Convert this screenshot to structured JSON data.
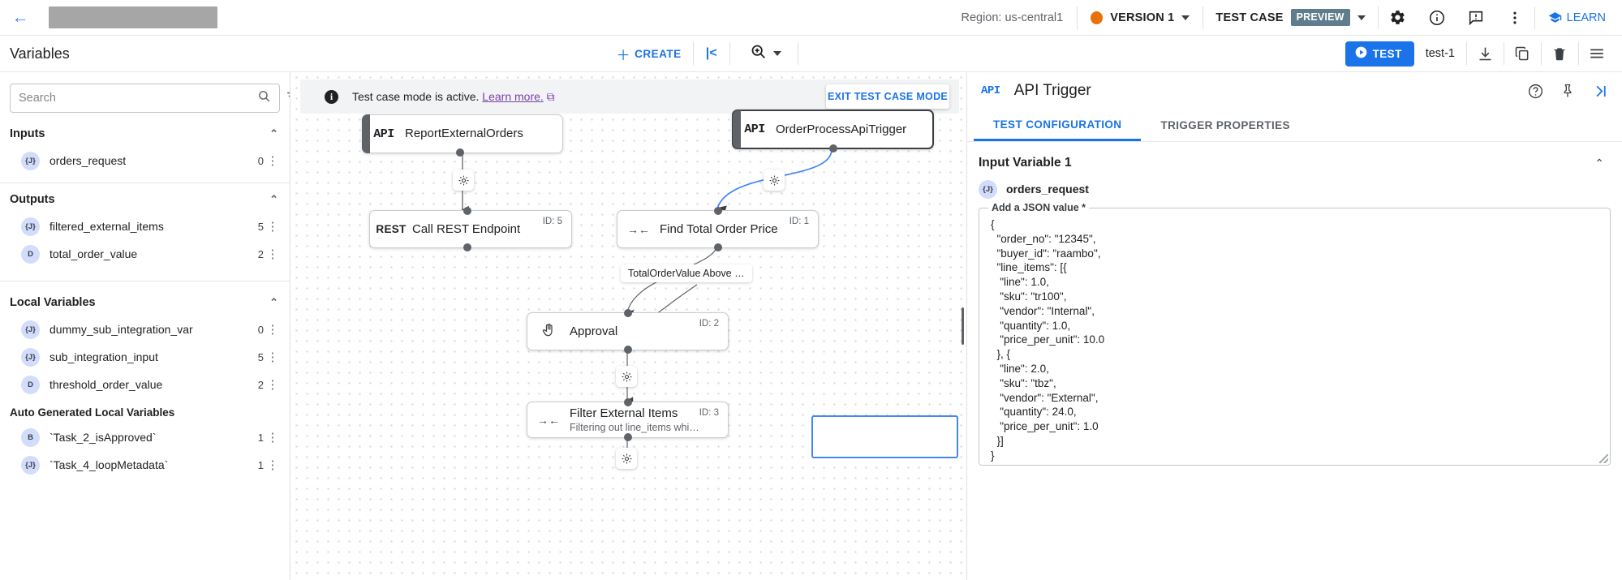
{
  "topbar": {
    "back_icon": "back-arrow-icon",
    "region": "Region: us-central1",
    "version": "VERSION 1",
    "test_case_label": "TEST CASE",
    "preview_badge": "PREVIEW",
    "learn": "LEARN",
    "icons": [
      "gear-icon",
      "info-icon",
      "feedback-icon",
      "more-vert-icon"
    ],
    "accent": "#1a73e8",
    "version_dot_color": "#e8710a",
    "preview_badge_color": "#5f7d8c"
  },
  "secondbar": {
    "variables_title": "Variables",
    "create_label": "CREATE",
    "collapse_icon": "collapse-left-icon",
    "zoom_icon": "zoom-in-icon",
    "test_button": "TEST",
    "test_name": "test-1",
    "toolbar_icons": [
      "download-icon",
      "duplicate-icon",
      "delete-icon",
      "menu-icon"
    ]
  },
  "sidebar": {
    "search": {
      "value": "",
      "placeholder": "Search"
    },
    "filter_icon": "filter-list-icon",
    "sections": [
      {
        "title": "Inputs",
        "items": [
          {
            "type": "{J}",
            "name": "orders_request",
            "count": "0"
          }
        ]
      },
      {
        "title": "Outputs",
        "items": [
          {
            "type": "{J}",
            "name": "filtered_external_items",
            "count": "5"
          },
          {
            "type": "D",
            "name": "total_order_value",
            "count": "2"
          }
        ]
      },
      {
        "title": "Local Variables",
        "items": [
          {
            "type": "{J}",
            "name": "dummy_sub_integration_var",
            "count": "0"
          },
          {
            "type": "{J}",
            "name": "sub_integration_input",
            "count": "5"
          },
          {
            "type": "D",
            "name": "threshold_order_value",
            "count": "2"
          }
        ]
      },
      {
        "title": "Auto Generated Local Variables",
        "items": [
          {
            "type": "B",
            "name": "`Task_2_isApproved`",
            "count": "1"
          },
          {
            "type": "{J}",
            "name": "`Task_4_loopMetadata`",
            "count": "1"
          }
        ]
      }
    ]
  },
  "canvas": {
    "banner": {
      "text": "Test case mode is active.",
      "link": "Learn more.",
      "link_icon": "open-in-new-icon",
      "info_icon": "info-filled-icon"
    },
    "exit_button": "EXIT TEST CASE MODE",
    "nodes": [
      {
        "icon": "API",
        "icon_kind": "api",
        "title": "ReportExternalOrders",
        "sub": "",
        "id": "",
        "selected": false,
        "leftbar": true
      },
      {
        "icon": "API",
        "icon_kind": "api",
        "title": "OrderProcessApiTrigger",
        "sub": "",
        "id": "",
        "selected": true,
        "leftbar": true
      },
      {
        "icon": "REST",
        "icon_kind": "rest",
        "title": "Call REST Endpoint",
        "sub": "",
        "id": "ID: 5",
        "selected": false,
        "leftbar": false
      },
      {
        "icon": "→←",
        "icon_kind": "map",
        "title": "Find Total Order Price",
        "sub": "",
        "id": "ID: 1",
        "selected": false,
        "leftbar": false
      },
      {
        "icon": "✋",
        "icon_kind": "hand",
        "title": "Approval",
        "sub": "",
        "id": "ID: 2",
        "selected": false,
        "leftbar": false
      },
      {
        "icon": "→←",
        "icon_kind": "map",
        "title": "Filter External Items",
        "sub": "Filtering out line_items whi…",
        "id": "ID: 3",
        "selected": false,
        "leftbar": false
      }
    ],
    "edge_label": "TotalOrderValue Above …",
    "gear_icon": "settings-gear-icon"
  },
  "rightpanel": {
    "api_tag": "API",
    "title": "API Trigger",
    "head_icons": [
      "help-icon",
      "pin-icon",
      "collapse-right-icon"
    ],
    "tabs": [
      {
        "label": "TEST CONFIGURATION",
        "active": true
      },
      {
        "label": "TRIGGER PROPERTIES",
        "active": false
      }
    ],
    "section_title": "Input Variable 1",
    "variable": {
      "type": "{J}",
      "name": "orders_request"
    },
    "json_label": "Add a JSON value *",
    "json_value": "{\n  \"order_no\": \"12345\",\n  \"buyer_id\": \"raambo\",\n  \"line_items\": [{\n   \"line\": 1.0,\n   \"sku\": \"tr100\",\n   \"vendor\": \"Internal\",\n   \"quantity\": 1.0,\n   \"price_per_unit\": 10.0\n  }, {\n   \"line\": 2.0,\n   \"sku\": \"tbz\",\n   \"vendor\": \"External\",\n   \"quantity\": 24.0,\n   \"price_per_unit\": 1.0\n  }]\n}"
  }
}
